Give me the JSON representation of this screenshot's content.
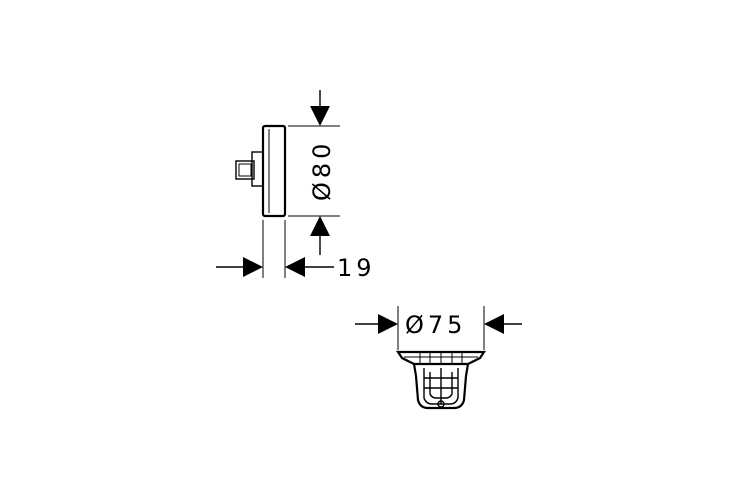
{
  "dimensions": {
    "height_diameter": "Ø80",
    "depth": "19",
    "width_diameter": "Ø75"
  },
  "colors": {
    "ink": "#000000",
    "background": "#ffffff"
  }
}
